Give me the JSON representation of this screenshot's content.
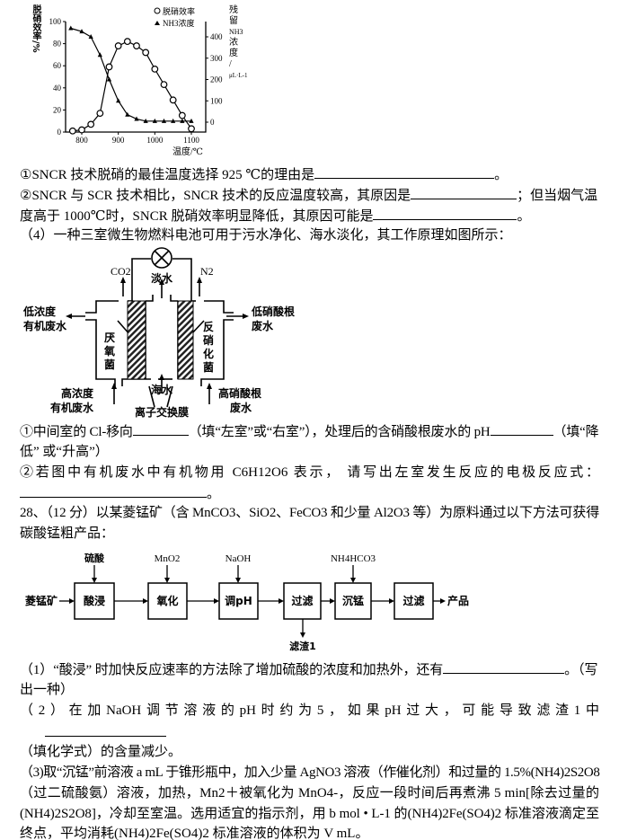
{
  "chart_data": {
    "type": "line",
    "xlabel": "温度/℃",
    "ylabel": "脱硝效率/%",
    "y2label": [
      "残",
      "留",
      "NH3",
      "浓",
      "度",
      "/",
      "μL·L-1"
    ],
    "ylabel_chars": [
      "脱",
      "硝",
      "效",
      "率",
      "/%"
    ],
    "x_ticks": [
      800,
      900,
      1000,
      1100
    ],
    "y_ticks": [
      0,
      20,
      40,
      60,
      80,
      100
    ],
    "y2_ticks": [
      0,
      100,
      200,
      300,
      400
    ],
    "xlim": [
      760,
      1120
    ],
    "ylim": [
      0,
      100
    ],
    "y2lim": [
      -50,
      450
    ],
    "legend_position": "top-right",
    "series": [
      {
        "name": "脱硝效率",
        "axis": "left",
        "marker": "circle",
        "x": [
          775,
          800,
          825,
          850,
          875,
          900,
          925,
          950,
          975,
          1000,
          1025,
          1050,
          1075,
          1100
        ],
        "y": [
          1,
          2,
          7,
          17,
          59,
          78,
          82,
          78,
          72,
          57,
          43,
          29,
          15,
          3
        ]
      },
      {
        "name": "NH3浓度",
        "axis": "right",
        "marker": "triangle",
        "x": [
          770,
          800,
          825,
          850,
          875,
          900,
          925,
          950,
          975,
          1000,
          1025,
          1050,
          1075,
          1100
        ],
        "y": [
          440,
          425,
          400,
          315,
          200,
          100,
          35,
          15,
          5,
          5,
          5,
          5,
          5,
          5
        ]
      }
    ]
  },
  "q3": {
    "l1": "①SNCR 技术脱硝的最佳温度选择 925 ℃的理由是",
    "l1_end": "。",
    "l2a": "②SNCR 与 SCR 技术相比，SNCR 技术的反应温度较高，其原因是",
    "l2b": "；但当烟气温",
    "l3a": "度高于 1000℃时，SNCR 脱硝效率明显降低，其原因可能是",
    "l3_end": "。"
  },
  "q4": {
    "intro": "（4）一种三室微生物燃料电池可用于污水净化、海水淡化，其工作原理如图所示：",
    "diagram": {
      "co2": "CO2",
      "n2": "N2",
      "fresh_water": "淡水",
      "left_out": [
        "低浓度",
        "有机废水"
      ],
      "right_out": [
        "低硝酸根",
        "废水"
      ],
      "left_in": [
        "高浓度",
        "有机废水"
      ],
      "right_in": [
        "高硝酸根",
        "废水"
      ],
      "anaerobe": [
        "厌",
        "氧",
        "菌"
      ],
      "denitrifier": [
        "反",
        "硝",
        "化",
        "菌"
      ],
      "seawater": "海水",
      "membrane": "离子交换膜"
    },
    "s1a": "①中间室的 Cl-移向",
    "s1b": "（填“左室”或“右室”），处理后的含硝酸根废水的 pH",
    "s1c": "（填“降",
    "s1d": "低” 或“升高”）",
    "s2": "②若图中有机废水中有机物用 C6H12O6 表示， 请写出左室发生反应的电极反应式：",
    "s2_end": "。"
  },
  "q28": {
    "title1": "28、（12 分）以某菱锰矿（含 MnCO3、SiO2、FeCO3 和少量 Al2O3 等）为原料通过以下方法可获得",
    "title2": "碳酸锰粗产品：",
    "flow": {
      "input": "菱锰矿",
      "output": "产品",
      "steps": [
        "酸浸",
        "氧化",
        "调pH",
        "过滤",
        "沉锰",
        "过滤"
      ],
      "reagents": [
        "硫酸",
        "MnO2",
        "NaOH",
        "NH4HCO3"
      ],
      "residue": "滤渣1"
    },
    "p1a": "（1）“酸浸” 时加快反应速率的方法除了增加硫酸的浓度和加热外，还有",
    "p1b": "。（写",
    "p1c": "出一种）",
    "p2": "（2）在加NaOH调节溶液的pH时约为5，如果pH过大，可能导致滤渣1中",
    "p2b": "（填化学式）的含量减少。",
    "p3_1": "（3)取“沉锰”前溶液 a mL 于锥形瓶中，加入少量 AgNO3 溶液（作催化剂）和过量的 1.5%(NH4)2S2O8",
    "p3_2": "（过二硫酸氨）溶液，加热，Mn2＋被氧化为 MnO4-，反应一段时间后再煮沸 5 min[除去过量的",
    "p3_3": "(NH4)2S2O8]，冷却至室温。选用适宜的指示剂，用 b mol • L-1 的(NH4)2Fe(SO4)2 标准溶液滴定至",
    "p3_4": "终点，平均消耗(NH4)2Fe(SO4)2 标准溶液的体积为 V mL。"
  }
}
